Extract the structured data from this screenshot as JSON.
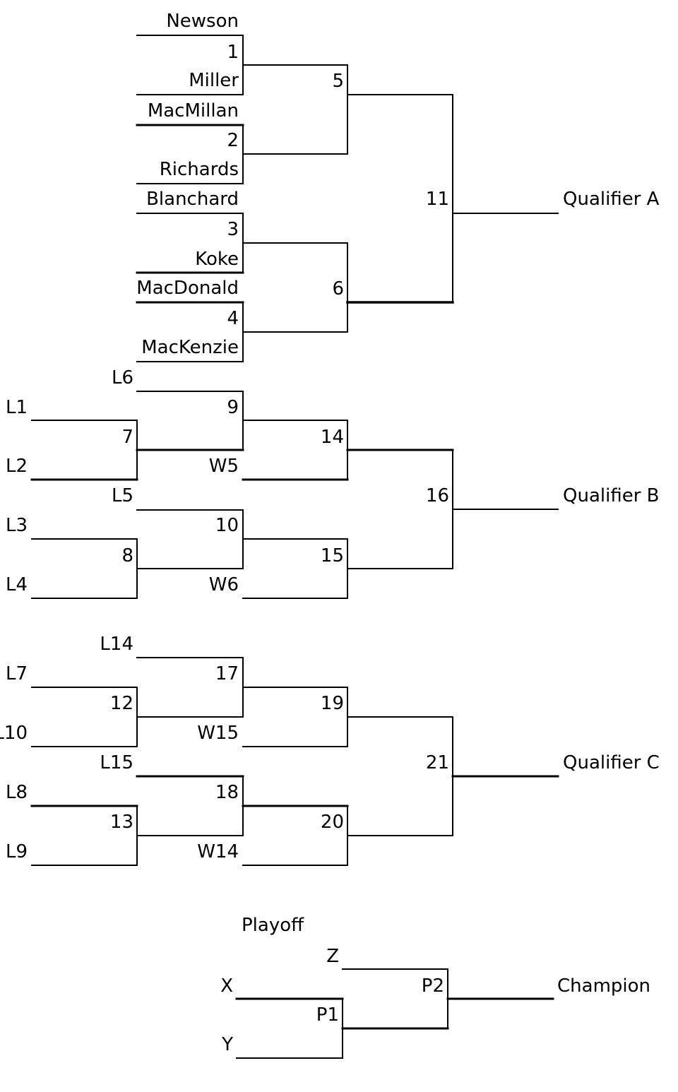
{
  "colors": {
    "line": "#000000",
    "text": "#000000",
    "background": "#ffffff"
  },
  "bracket_a": {
    "entrants": [
      "Newson",
      "Miller",
      "MacMillan",
      "Richards",
      "Blanchard",
      "Koke",
      "MacDonald",
      "MacKenzie"
    ],
    "games": [
      "1",
      "2",
      "3",
      "4",
      "5",
      "6",
      "11"
    ],
    "result": "Qualifier A"
  },
  "bracket_b": {
    "entrants": [
      "L6",
      "L1",
      "L2",
      "W5",
      "L5",
      "L3",
      "L4",
      "W6"
    ],
    "games": [
      "7",
      "8",
      "9",
      "10",
      "14",
      "15",
      "16"
    ],
    "result": "Qualifier B"
  },
  "bracket_c": {
    "entrants": [
      "L14",
      "L7",
      "L10",
      "W15",
      "L15",
      "L8",
      "L9",
      "W14"
    ],
    "games": [
      "12",
      "13",
      "17",
      "18",
      "19",
      "20",
      "21"
    ],
    "result": "Qualifier C"
  },
  "playoff": {
    "title": "Playoff",
    "entrants": [
      "Z",
      "X",
      "Y"
    ],
    "games": [
      "P1",
      "P2"
    ],
    "result": "Champion"
  }
}
